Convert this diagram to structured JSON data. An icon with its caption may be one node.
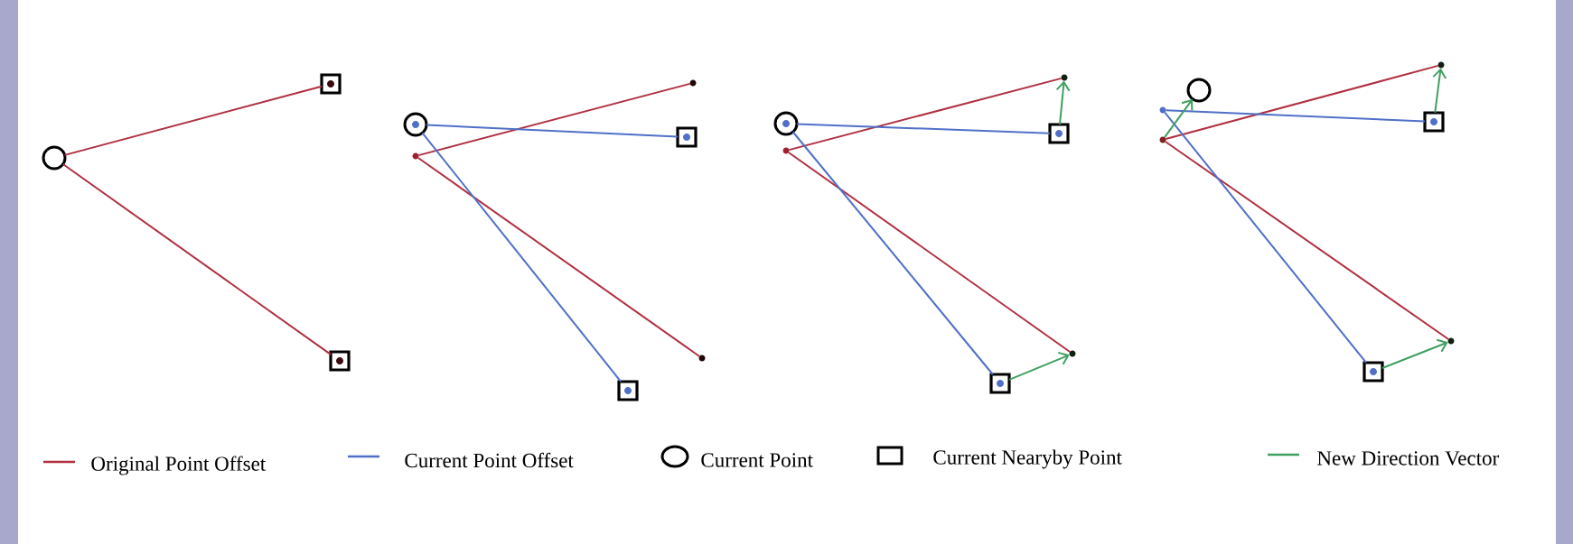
{
  "diagram": {
    "nodes": [
      {
        "text": [],
        "shape": "circle"
      },
      {
        "text": [],
        "shape": "box"
      },
      {
        "text": [],
        "shape": "box"
      },
      {
        "text": [],
        "shape": "circle"
      },
      {
        "text": [],
        "shape": "dot"
      },
      {
        "text": [],
        "shape": "dot"
      },
      {
        "text": [],
        "shape": "box"
      },
      {
        "text": [],
        "shape": "box"
      },
      {
        "text": [],
        "shape": "dot"
      },
      {
        "text": [],
        "shape": "circle"
      },
      {
        "text": [],
        "shape": "dot"
      },
      {
        "text": [],
        "shape": "dot"
      },
      {
        "text": [],
        "shape": "box"
      },
      {
        "text": [],
        "shape": "box"
      },
      {
        "text": [],
        "shape": "dot"
      },
      {
        "text": [],
        "shape": "circle"
      },
      {
        "text": [],
        "shape": "dot"
      },
      {
        "text": [],
        "shape": "dot"
      },
      {
        "text": [],
        "shape": "dot"
      },
      {
        "text": [],
        "shape": "box"
      },
      {
        "text": [],
        "shape": "box"
      },
      {
        "text": [],
        "shape": "dot"
      }
    ],
    "edges": [
      {
        "from": 0,
        "to": 1,
        "arrow": "none"
      },
      {
        "from": 0,
        "to": 2,
        "arrow": "none"
      },
      {
        "from": 4,
        "to": 5,
        "arrow": "none"
      },
      {
        "from": 4,
        "to": 8,
        "arrow": "none"
      },
      {
        "from": 3,
        "to": 6,
        "arrow": "none",
        "color": "#5070c8"
      },
      {
        "from": 3,
        "to": 7,
        "arrow": "none",
        "color": "#5070c8"
      },
      {
        "from": 10,
        "to": 11,
        "arrow": "none"
      },
      {
        "from": 10,
        "to": 14,
        "arrow": "none"
      },
      {
        "from": 9,
        "to": 12,
        "arrow": "none",
        "color": "#5070c8"
      },
      {
        "from": 9,
        "to": 13,
        "arrow": "none",
        "color": "#5070c8"
      },
      {
        "from": 12,
        "to": 11,
        "arrow": "to",
        "color": "#3fa060"
      },
      {
        "from": 13,
        "to": 14,
        "arrow": "to",
        "color": "#3fa060"
      },
      {
        "from": 17,
        "to": 18,
        "arrow": "none"
      },
      {
        "from": 17,
        "to": 21,
        "arrow": "none"
      },
      {
        "from": 16,
        "to": 19,
        "arrow": "none",
        "color": "#5070c8"
      },
      {
        "from": 16,
        "to": 20,
        "arrow": "none",
        "color": "#5070c8"
      },
      {
        "from": 19,
        "to": 18,
        "arrow": "to",
        "color": "#3fa060"
      },
      {
        "from": 20,
        "to": 21,
        "arrow": "to",
        "color": "#3fa060"
      },
      {
        "from": 17,
        "to": 15,
        "arrow": "to",
        "color": "#3fa060"
      }
    ],
    "legend": [
      {
        "text": "Original Point Offset"
      },
      {
        "text": "Current Point Offset"
      },
      {
        "text": "Current Point"
      },
      {
        "text": "Current Nearyby Point"
      },
      {
        "text": "New Direction Vector"
      }
    ]
  }
}
